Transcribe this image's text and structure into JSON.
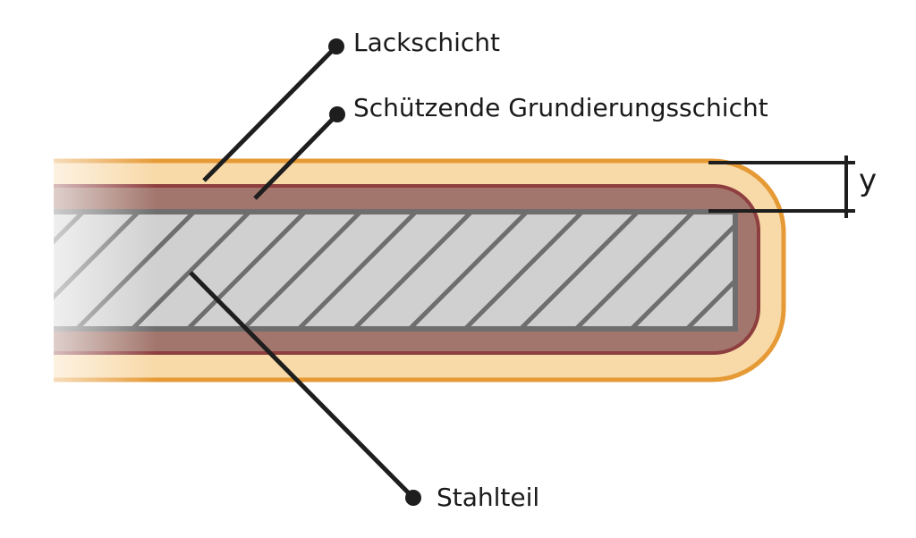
{
  "labels": {
    "paint_layer": "Lackschicht",
    "primer_layer": "Schützende Grundierungsschicht",
    "steel_part": "Stahlteil",
    "thickness": "y"
  },
  "colors": {
    "paint_fill": "#f8d9a8",
    "paint_stroke": "#e69a35",
    "primer_fill": "#a2766c",
    "primer_stroke": "#8e3e3e",
    "steel_fill": "#d0d0d0",
    "steel_stroke": "#6e6e6e",
    "line": "#1e1e1e"
  }
}
